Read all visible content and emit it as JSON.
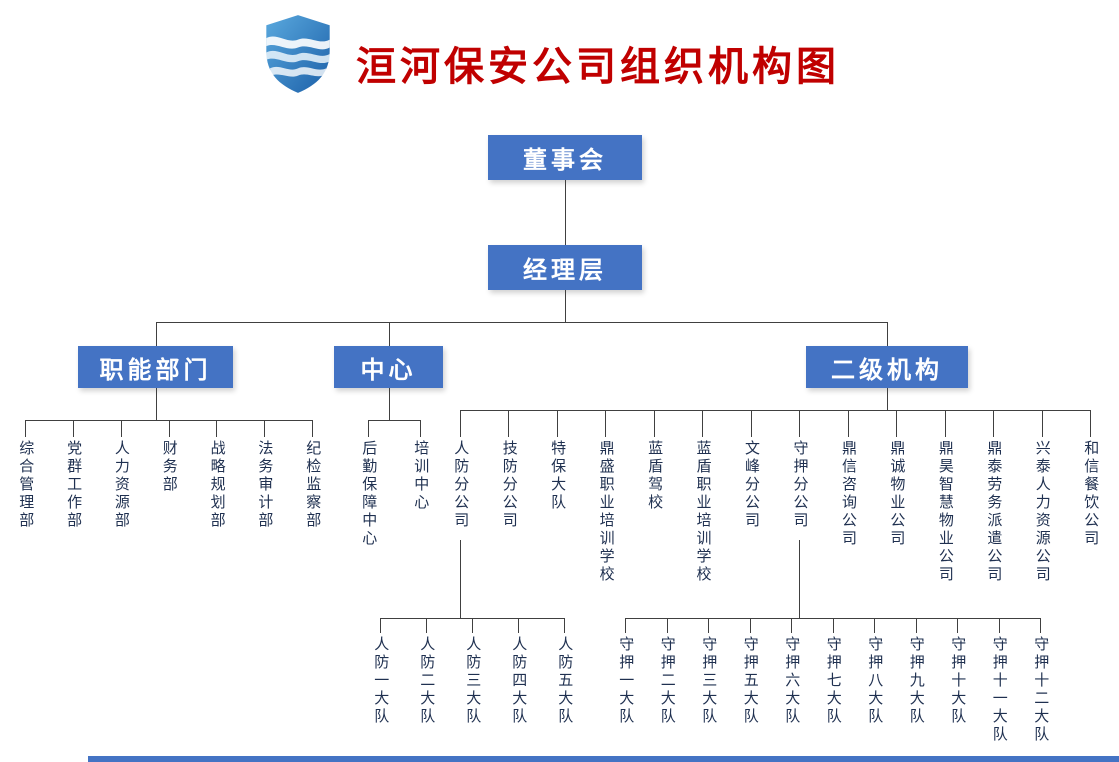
{
  "title": "洹河保安公司组织机构图",
  "colors": {
    "box_blue": "#4473c4",
    "title_red": "#c00000",
    "leaf_text": "#1f3050",
    "line": "#404040"
  },
  "logo": {
    "name": "shield-wave-logo"
  },
  "org": {
    "root": "董事会",
    "management": "经理层",
    "branches": [
      {
        "label": "职能部门",
        "children": [
          "综合管理部",
          "党群工作部",
          "人力资源部",
          "财务部",
          "战略规划部",
          "法务审计部",
          "纪检监察部"
        ]
      },
      {
        "label": "中心",
        "children": [
          "后勤保障中心",
          "培训中心"
        ]
      },
      {
        "label": "二级机构",
        "children": [
          "人防分公司",
          "技防分公司",
          "特保大队",
          "鼎盛职业培训学校",
          "蓝盾驾校",
          "蓝盾职业培训学校",
          "文峰分公司",
          "守押分公司",
          "鼎信咨询公司",
          "鼎诚物业公司",
          "鼎昊智慧物业公司",
          "鼎泰劳务派遣公司",
          "兴泰人力资源公司",
          "和信餐饮公司"
        ],
        "sub_groups": [
          {
            "parent": "人防分公司",
            "parent_index": 0,
            "children": [
              "人防一大队",
              "人防二大队",
              "人防三大队",
              "人防四大队",
              "人防五大队"
            ]
          },
          {
            "parent": "守押分公司",
            "parent_index": 7,
            "children": [
              "守押一大队",
              "守押二大队",
              "守押三大队",
              "守押五大队",
              "守押六大队",
              "守押七大队",
              "守押八大队",
              "守押九大队",
              "守押十大队",
              "守押十一大队",
              "守押十二大队"
            ]
          }
        ]
      }
    ]
  }
}
